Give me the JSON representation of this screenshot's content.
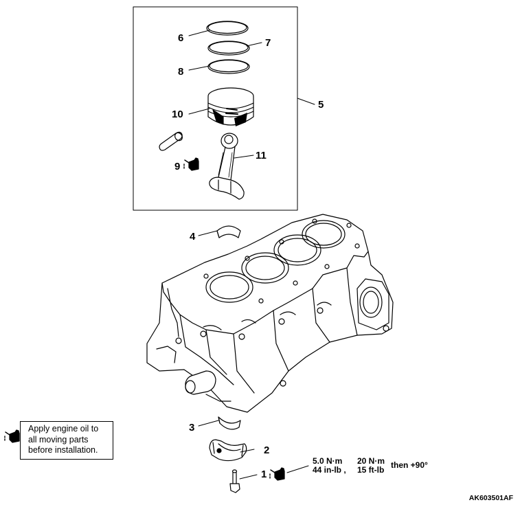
{
  "callouts": {
    "c1": "1",
    "c2": "2",
    "c3": "3",
    "c4": "4",
    "c5": "5",
    "c6": "6",
    "c7": "7",
    "c8": "8",
    "c9": "9",
    "c10": "10",
    "c11": "11"
  },
  "legend": {
    "line1": "Apply engine oil to",
    "line2": "all moving parts",
    "line3": "before installation.",
    "icon": "oil-can-icon"
  },
  "torque": {
    "a_metric": "5.0 N·m",
    "a_imperial": "44 in-lb ,",
    "b_metric": "20 N·m",
    "b_imperial": "15 ft-lb",
    "then": "then +90°"
  },
  "figure_code": "AK603501AF"
}
